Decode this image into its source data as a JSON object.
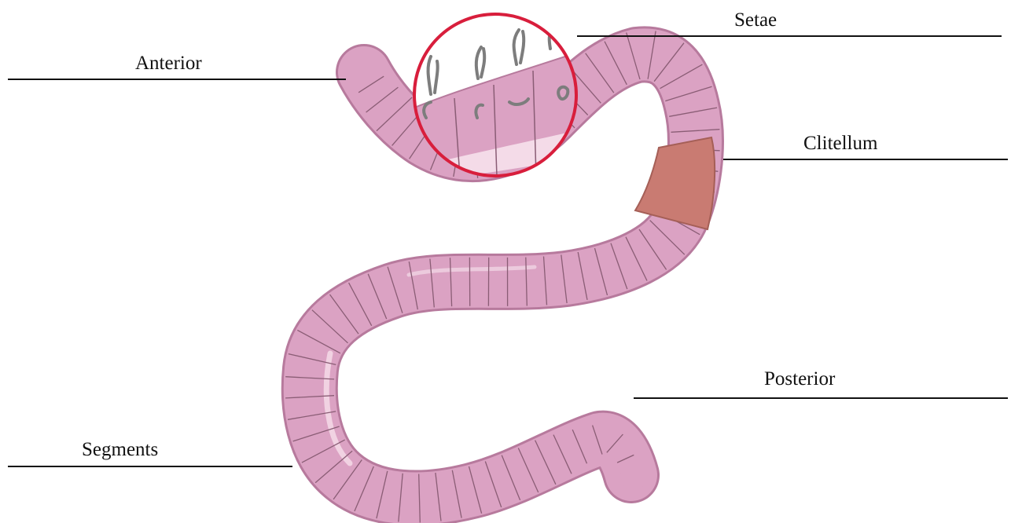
{
  "labels": {
    "setae": "Setae",
    "anterior": "Anterior",
    "clitellum": "Clitellum",
    "posterior": "Posterior",
    "segments": "Segments"
  },
  "colors": {
    "body": "#dba2c3",
    "body_outline": "#b77a9d",
    "segment_line": "#8a5d75",
    "clitellum": "#c97b72",
    "highlight": "#f4dbe8",
    "magnifier_ring": "#d81e3c",
    "setae": "#7d7d7d"
  }
}
